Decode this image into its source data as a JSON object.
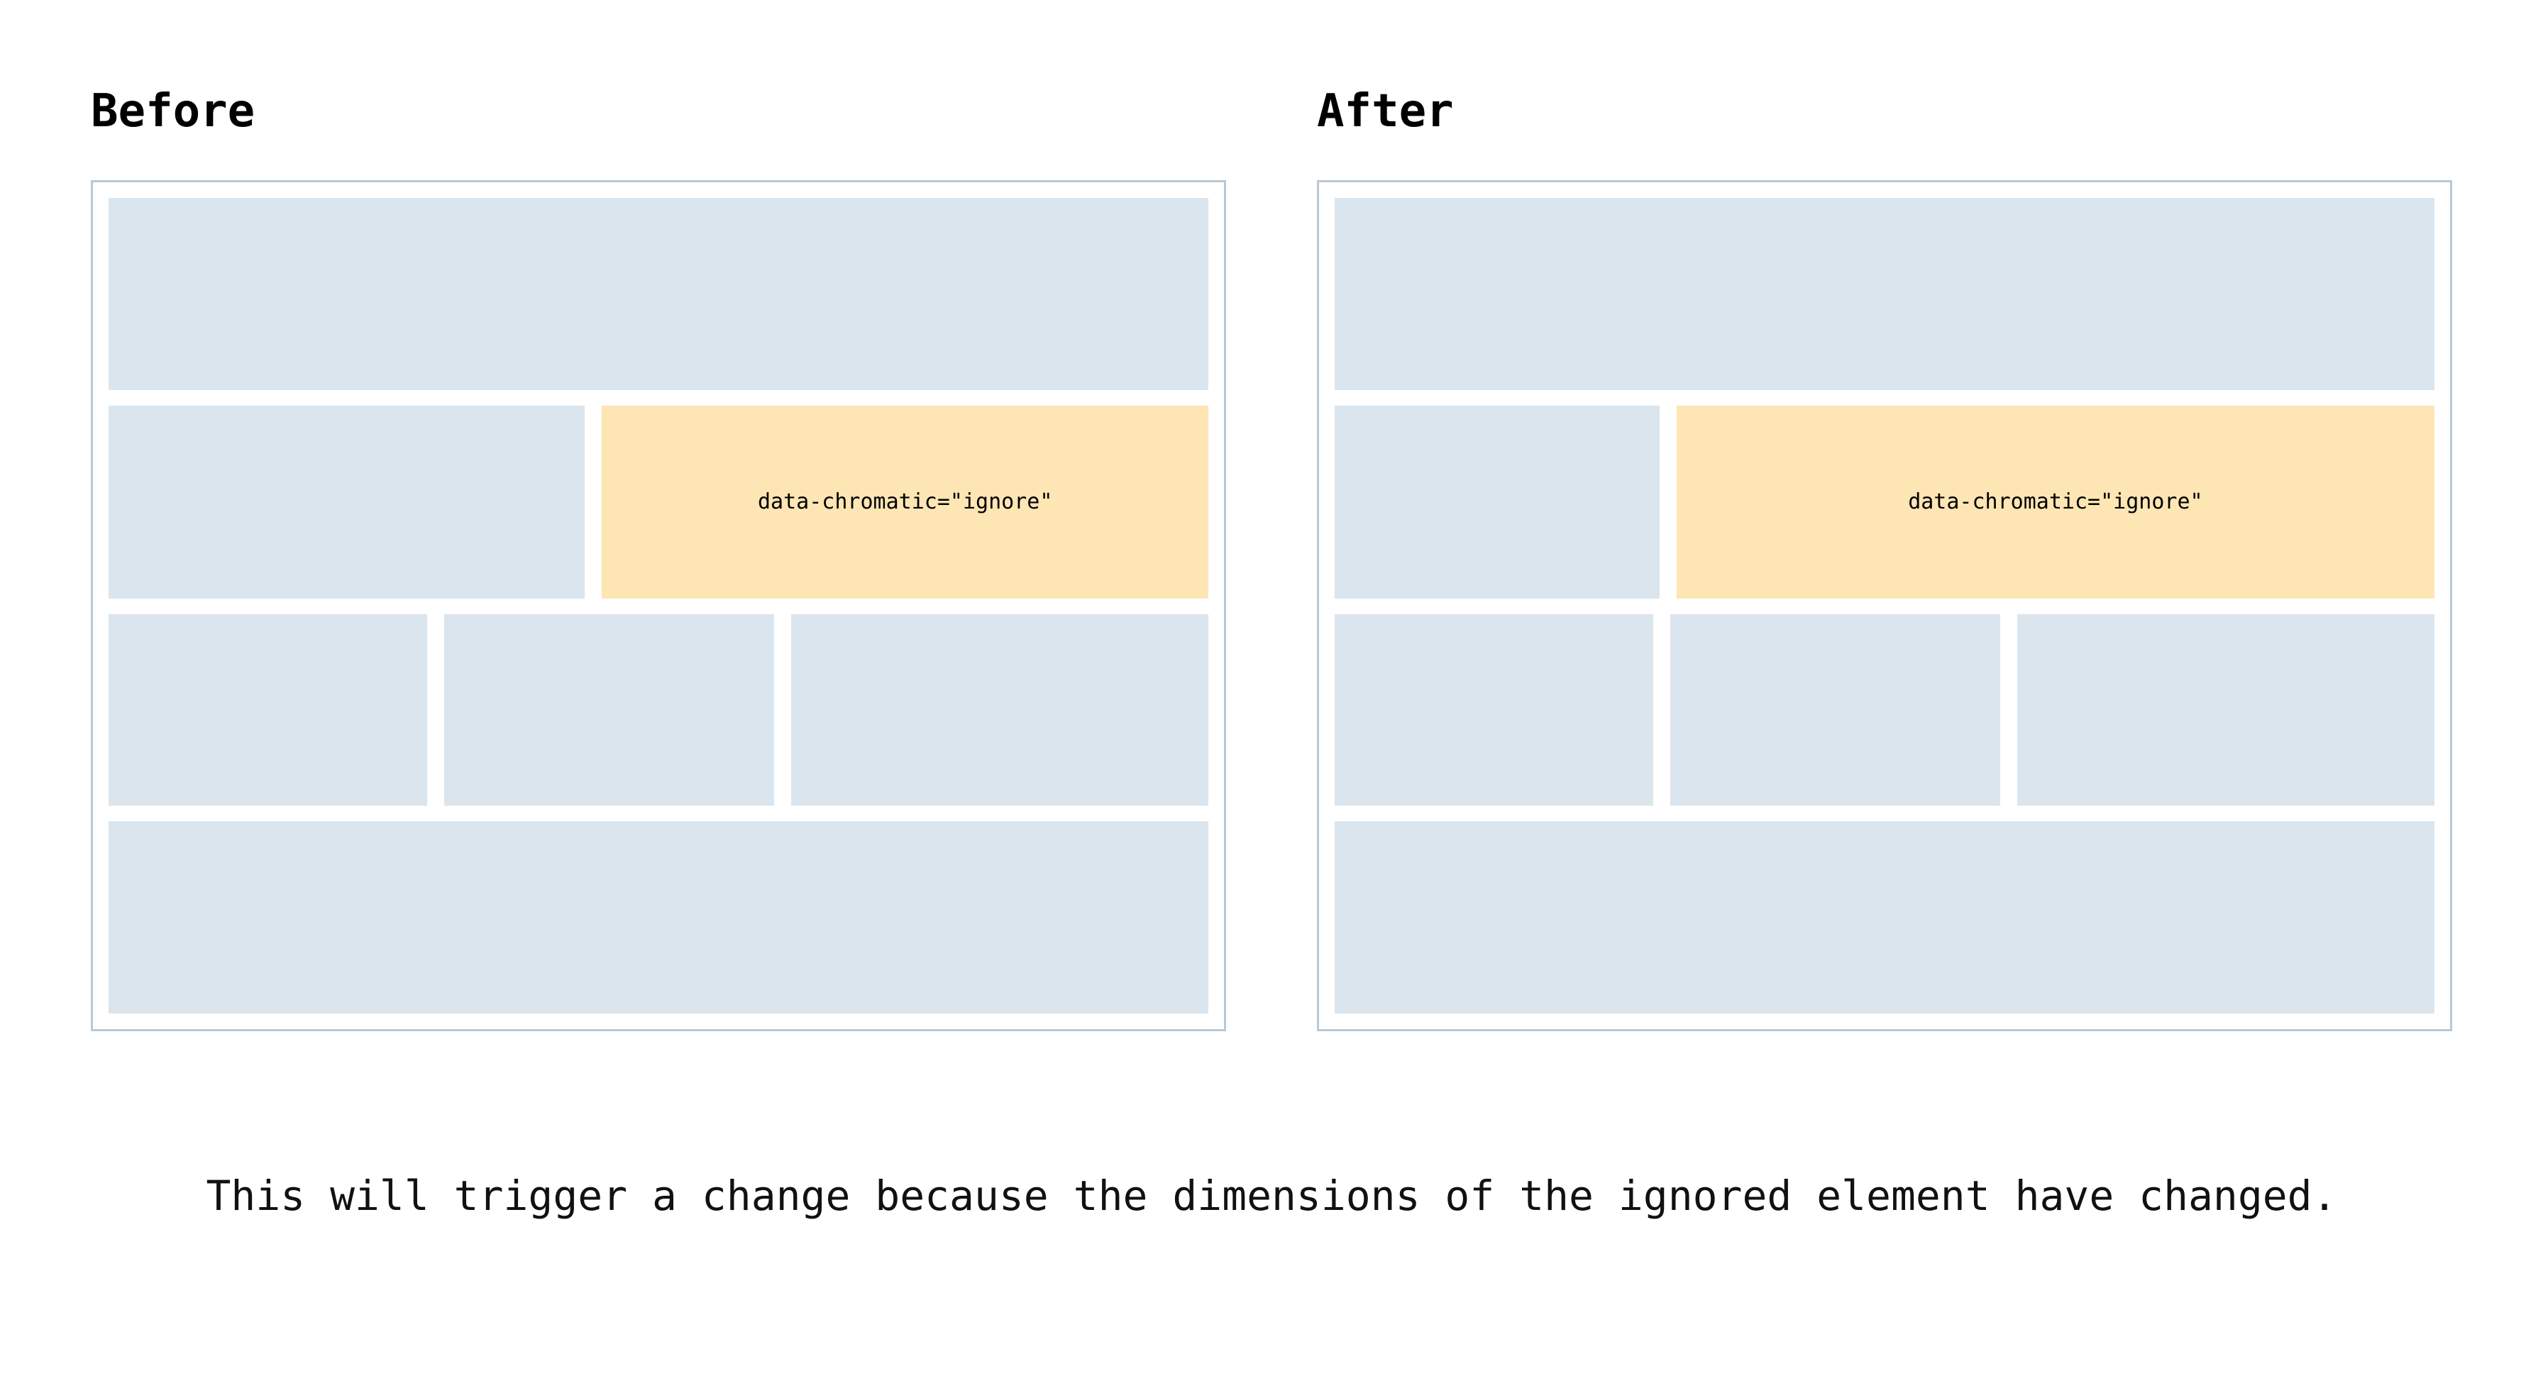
{
  "panels": [
    {
      "heading": "Before",
      "ignored_label": "data-chromatic=\"ignore\"",
      "rows": [
        {
          "name": "hero",
          "blocks": [
            {
              "kind": "placeholder",
              "flex": 100
            }
          ]
        },
        {
          "name": "split",
          "blocks": [
            {
              "kind": "placeholder",
              "flex": 44
            },
            {
              "kind": "ignored",
              "flex": 56
            }
          ]
        },
        {
          "name": "triple",
          "blocks": [
            {
              "kind": "placeholder",
              "flex": 29
            },
            {
              "kind": "placeholder",
              "flex": 30
            },
            {
              "kind": "placeholder",
              "flex": 38
            }
          ]
        },
        {
          "name": "footer",
          "blocks": [
            {
              "kind": "placeholder",
              "flex": 100
            }
          ]
        }
      ]
    },
    {
      "heading": "After",
      "ignored_label": "data-chromatic=\"ignore\"",
      "rows": [
        {
          "name": "hero",
          "blocks": [
            {
              "kind": "placeholder",
              "flex": 100
            }
          ]
        },
        {
          "name": "split",
          "blocks": [
            {
              "kind": "placeholder",
              "flex": 30
            },
            {
              "kind": "ignored",
              "flex": 70
            }
          ]
        },
        {
          "name": "triple",
          "blocks": [
            {
              "kind": "placeholder",
              "flex": 29
            },
            {
              "kind": "placeholder",
              "flex": 30
            },
            {
              "kind": "placeholder",
              "flex": 38
            }
          ]
        },
        {
          "name": "footer",
          "blocks": [
            {
              "kind": "placeholder",
              "flex": 100
            }
          ]
        }
      ]
    }
  ],
  "caption": "This will trigger a change because the dimensions of the ignored element have changed.",
  "colors": {
    "placeholder_block": "#dae5ee",
    "ignored_block": "#fde5b4",
    "panel_border": "#b8c9d6",
    "text": "#000000",
    "background": "#ffffff"
  }
}
